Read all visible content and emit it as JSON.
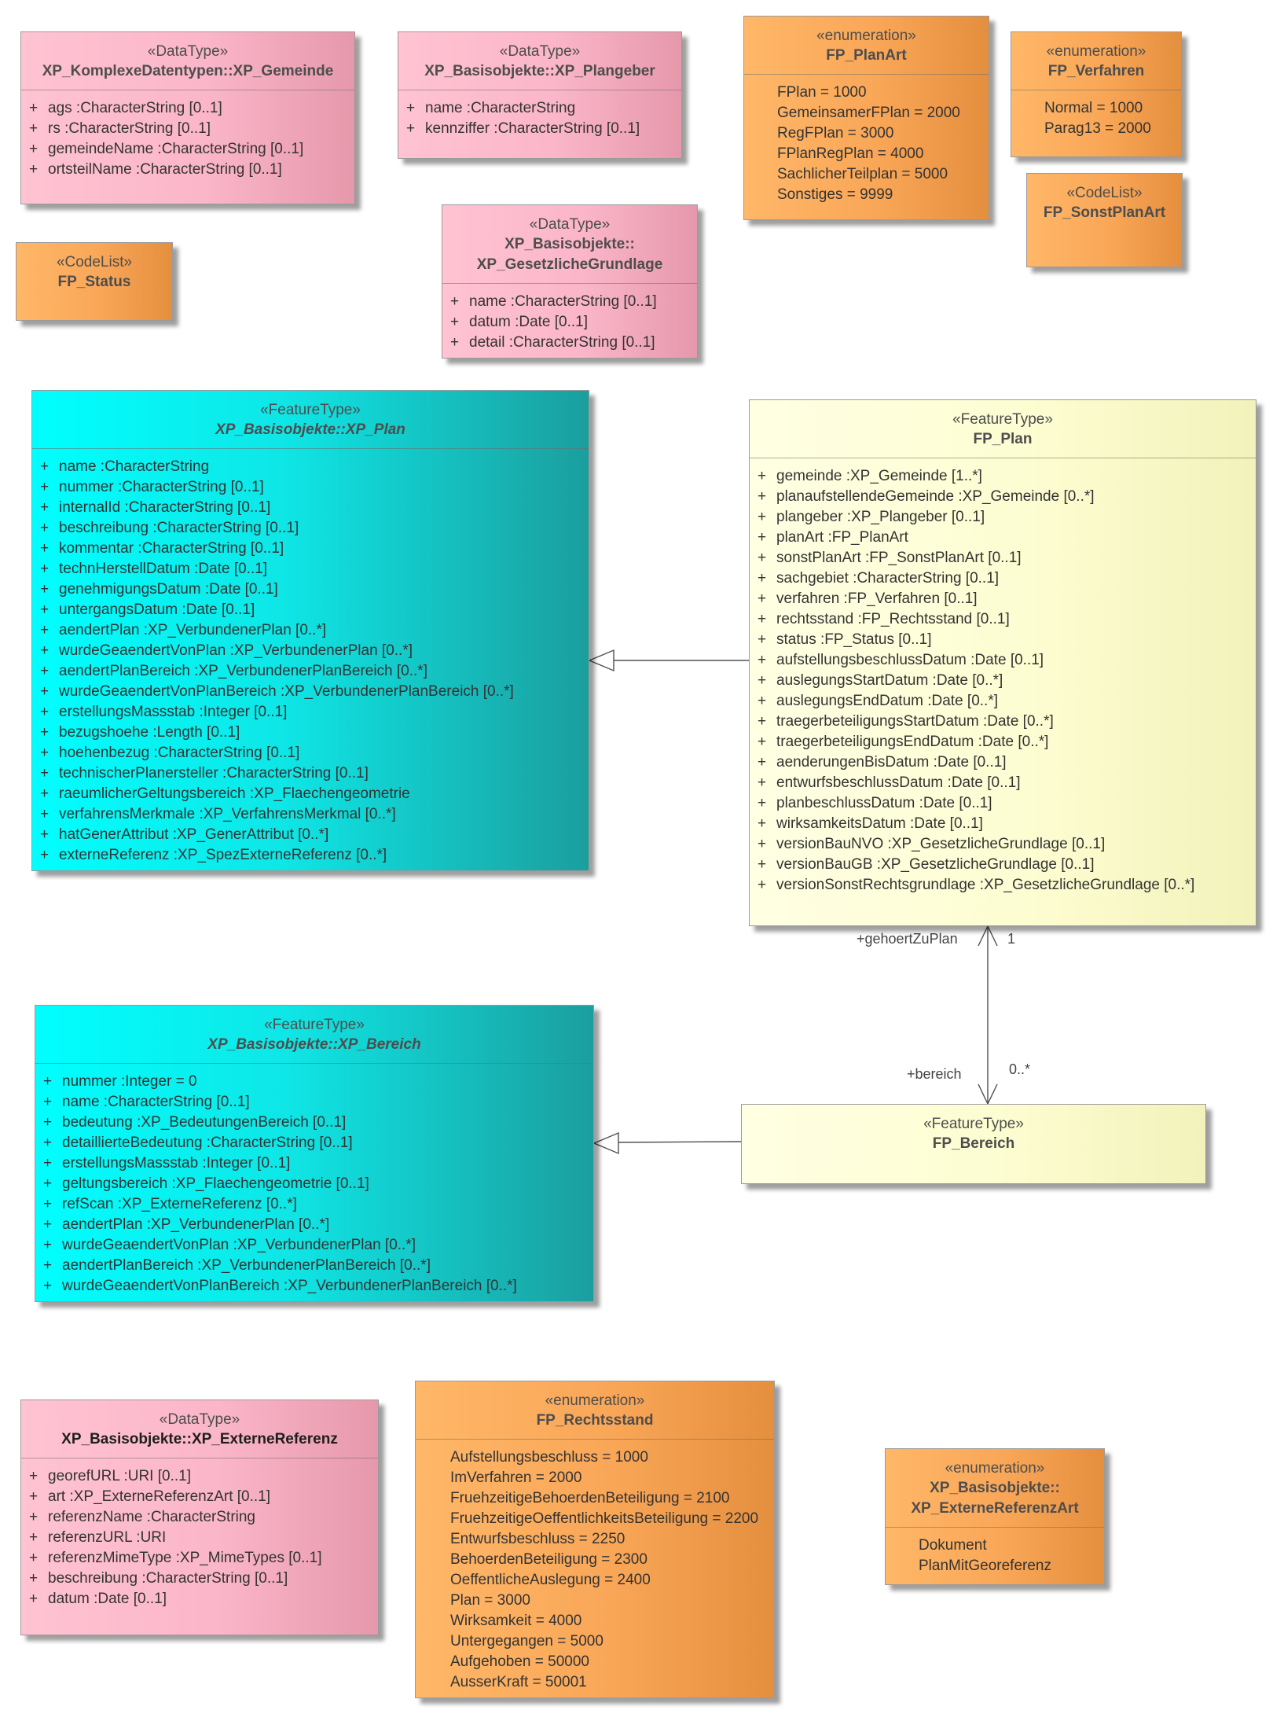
{
  "classes": {
    "gemeinde": {
      "stereotype": "«DataType»",
      "name": "XP_KomplexeDatentypen::XP_Gemeinde",
      "attributes": [
        "ags  :CharacterString [0..1]",
        "rs  :CharacterString [0..1]",
        "gemeindeName  :CharacterString [0..1]",
        "ortsteilName  :CharacterString [0..1]"
      ]
    },
    "plangeber": {
      "stereotype": "«DataType»",
      "name": "XP_Basisobjekte::XP_Plangeber",
      "attributes": [
        "name  :CharacterString",
        "kennziffer  :CharacterString [0..1]"
      ]
    },
    "fp_planart": {
      "stereotype": "«enumeration»",
      "name": "FP_PlanArt",
      "literals": [
        "FPlan = 1000",
        "GemeinsamerFPlan = 2000",
        "RegFPlan = 3000",
        "FPlanRegPlan = 4000",
        "SachlicherTeilplan = 5000",
        "Sonstiges = 9999"
      ]
    },
    "fp_verfahren": {
      "stereotype": "«enumeration»",
      "name": "FP_Verfahren",
      "literals": [
        "Normal = 1000",
        "Parag13 = 2000"
      ]
    },
    "fp_sonstplanart": {
      "stereotype": "«CodeList»",
      "name": "FP_SonstPlanArt"
    },
    "fp_status": {
      "stereotype": "«CodeList»",
      "name": "FP_Status"
    },
    "gesetzl": {
      "stereotype": "«DataType»",
      "name_line1": "XP_Basisobjekte::",
      "name_line2": "XP_GesetzlicheGrundlage",
      "attributes": [
        "name  :CharacterString [0..1]",
        "datum  :Date [0..1]",
        "detail  :CharacterString [0..1]"
      ]
    },
    "xp_plan": {
      "stereotype": "«FeatureType»",
      "name": "XP_Basisobjekte::XP_Plan",
      "attributes": [
        "name  :CharacterString",
        "nummer  :CharacterString [0..1]",
        "internalId  :CharacterString [0..1]",
        "beschreibung  :CharacterString [0..1]",
        "kommentar  :CharacterString [0..1]",
        "technHerstellDatum  :Date [0..1]",
        "genehmigungsDatum  :Date [0..1]",
        "untergangsDatum  :Date [0..1]",
        "aendertPlan  :XP_VerbundenerPlan [0..*]",
        "wurdeGeaendertVonPlan  :XP_VerbundenerPlan [0..*]",
        "aendertPlanBereich  :XP_VerbundenerPlanBereich [0..*]",
        "wurdeGeaendertVonPlanBereich  :XP_VerbundenerPlanBereich [0..*]",
        "erstellungsMassstab  :Integer [0..1]",
        "bezugshoehe  :Length [0..1]",
        "hoehenbezug  :CharacterString [0..1]",
        "technischerPlanersteller  :CharacterString [0..1]",
        "raeumlicherGeltungsbereich  :XP_Flaechengeometrie",
        "verfahrensMerkmale  :XP_VerfahrensMerkmal [0..*]",
        "hatGenerAttribut  :XP_GenerAttribut [0..*]",
        "externeReferenz  :XP_SpezExterneReferenz [0..*]"
      ]
    },
    "fp_plan": {
      "stereotype": "«FeatureType»",
      "name": "FP_Plan",
      "attributes": [
        "gemeinde  :XP_Gemeinde [1..*]",
        "planaufstellendeGemeinde  :XP_Gemeinde [0..*]",
        "plangeber  :XP_Plangeber [0..1]",
        "planArt  :FP_PlanArt",
        "sonstPlanArt  :FP_SonstPlanArt [0..1]",
        "sachgebiet  :CharacterString [0..1]",
        "verfahren  :FP_Verfahren [0..1]",
        "rechtsstand  :FP_Rechtsstand [0..1]",
        "status  :FP_Status [0..1]",
        "aufstellungsbeschlussDatum  :Date [0..1]",
        "auslegungsStartDatum  :Date [0..*]",
        "auslegungsEndDatum  :Date [0..*]",
        "traegerbeteiligungsStartDatum  :Date [0..*]",
        "traegerbeteiligungsEndDatum  :Date [0..*]",
        "aenderungenBisDatum  :Date [0..1]",
        "entwurfsbeschlussDatum  :Date [0..1]",
        "planbeschlussDatum  :Date [0..1]",
        "wirksamkeitsDatum  :Date [0..1]",
        "versionBauNVO  :XP_GesetzlicheGrundlage [0..1]",
        "versionBauGB  :XP_GesetzlicheGrundlage [0..1]",
        "versionSonstRechtsgrundlage  :XP_GesetzlicheGrundlage [0..*]"
      ]
    },
    "xp_bereich": {
      "stereotype": "«FeatureType»",
      "name": "XP_Basisobjekte::XP_Bereich",
      "attributes": [
        "nummer  :Integer = 0",
        "name  :CharacterString [0..1]",
        "bedeutung  :XP_BedeutungenBereich [0..1]",
        "detaillierteBedeutung  :CharacterString [0..1]",
        "erstellungsMassstab  :Integer [0..1]",
        "geltungsbereich  :XP_Flaechengeometrie [0..1]",
        "refScan  :XP_ExterneReferenz [0..*]",
        "aendertPlan  :XP_VerbundenerPlan [0..*]",
        "wurdeGeaendertVonPlan  :XP_VerbundenerPlan [0..*]",
        "aendertPlanBereich  :XP_VerbundenerPlanBereich [0..*]",
        "wurdeGeaendertVonPlanBereich  :XP_VerbundenerPlanBereich [0..*]"
      ]
    },
    "fp_bereich": {
      "stereotype": "«FeatureType»",
      "name": "FP_Bereich"
    },
    "ext_ref": {
      "stereotype": "«DataType»",
      "name": "XP_Basisobjekte::XP_ExterneReferenz",
      "attributes": [
        "georefURL  :URI [0..1]",
        "art  :XP_ExterneReferenzArt [0..1]",
        "referenzName  :CharacterString",
        "referenzURL  :URI",
        "referenzMimeType  :XP_MimeTypes [0..1]",
        "beschreibung  :CharacterString [0..1]",
        "datum  :Date [0..1]"
      ]
    },
    "fp_rechtsstand": {
      "stereotype": "«enumeration»",
      "name": "FP_Rechtsstand",
      "literals": [
        "Aufstellungsbeschluss = 1000",
        "ImVerfahren = 2000",
        "FruehzeitigeBehoerdenBeteiligung = 2100",
        "FruehzeitigeOeffentlichkeitsBeteiligung = 2200",
        "Entwurfsbeschluss = 2250",
        "BehoerdenBeteiligung = 2300",
        "OeffentlicheAuslegung = 2400",
        "Plan = 3000",
        "Wirksamkeit = 4000",
        "Untergegangen = 5000",
        "Aufgehoben = 50000",
        "AusserKraft = 50001"
      ]
    },
    "ext_ref_art": {
      "stereotype": "«enumeration»",
      "name_line1": "XP_Basisobjekte::",
      "name_line2": "XP_ExterneReferenzArt",
      "literals": [
        "Dokument",
        "PlanMitGeoreferenz"
      ]
    }
  },
  "associations": {
    "plan_role": "+gehoertZuPlan",
    "plan_mult": "1",
    "bereich_role": "+bereich",
    "bereich_mult": "0..*"
  },
  "visibility_symbol": "+"
}
